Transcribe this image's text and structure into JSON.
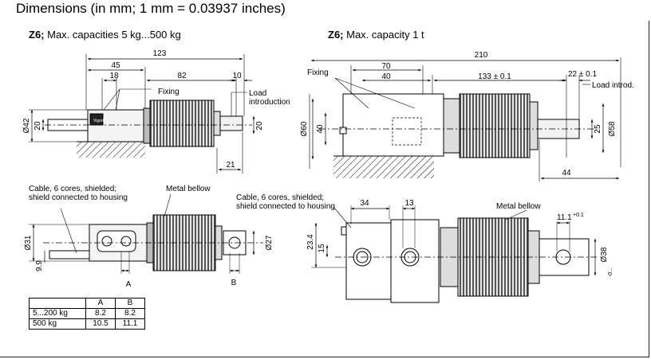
{
  "title": "Dimensions (in mm; 1 mm = 0.03937 inches)",
  "left": {
    "model": "Z6;",
    "caption": " Max. capacities 5 kg...500 kg",
    "labels": {
      "fixing": "Fixing",
      "load_intro_1": "Load",
      "load_intro_2": "introduction",
      "cable_1": "Cable, 6 cores, shielded;",
      "cable_2": "shield connected to housing",
      "metal_bellow": "Metal bellow",
      "brand": "Vigoritz",
      "A": "A",
      "B": "B"
    },
    "dims": {
      "d123": "123",
      "d45": "45",
      "d18": "18",
      "d82": "82",
      "d10": "10",
      "d42": "Ø42",
      "d20a": "20",
      "d20b": "20",
      "d21": "21",
      "d31": "Ø31",
      "d99": "9.9",
      "d27": "Ø27"
    }
  },
  "right": {
    "model": "Z6;",
    "caption": " Max. capacity 1 t",
    "labels": {
      "fixing": "Fixing",
      "load_intro": "Load introd.",
      "cable_1": "Cable, 6 cores, shielded;",
      "cable_2": "shield connected to housing",
      "metal_bellow": "Metal bellow"
    },
    "dims": {
      "d210": "210",
      "d70": "70",
      "d40": "40",
      "d133": "133 ± 0.1",
      "d22": "22 ± 0.1",
      "d60": "Ø60",
      "d40v": "40",
      "d25": "25",
      "d58": "Ø58",
      "d44": "44",
      "d34": "34",
      "d13": "13",
      "d234": "23.4",
      "d15": "15",
      "d111": "11.1",
      "d111tol": "+0.1",
      "d38": "Ø38",
      "d38tol": "-0..."
    }
  },
  "table": {
    "header": [
      "",
      "A",
      "B"
    ],
    "rows": [
      [
        "5...200 kg",
        "8.2",
        "8.2"
      ],
      [
        "500 kg",
        "10.5",
        "11.1"
      ]
    ]
  }
}
